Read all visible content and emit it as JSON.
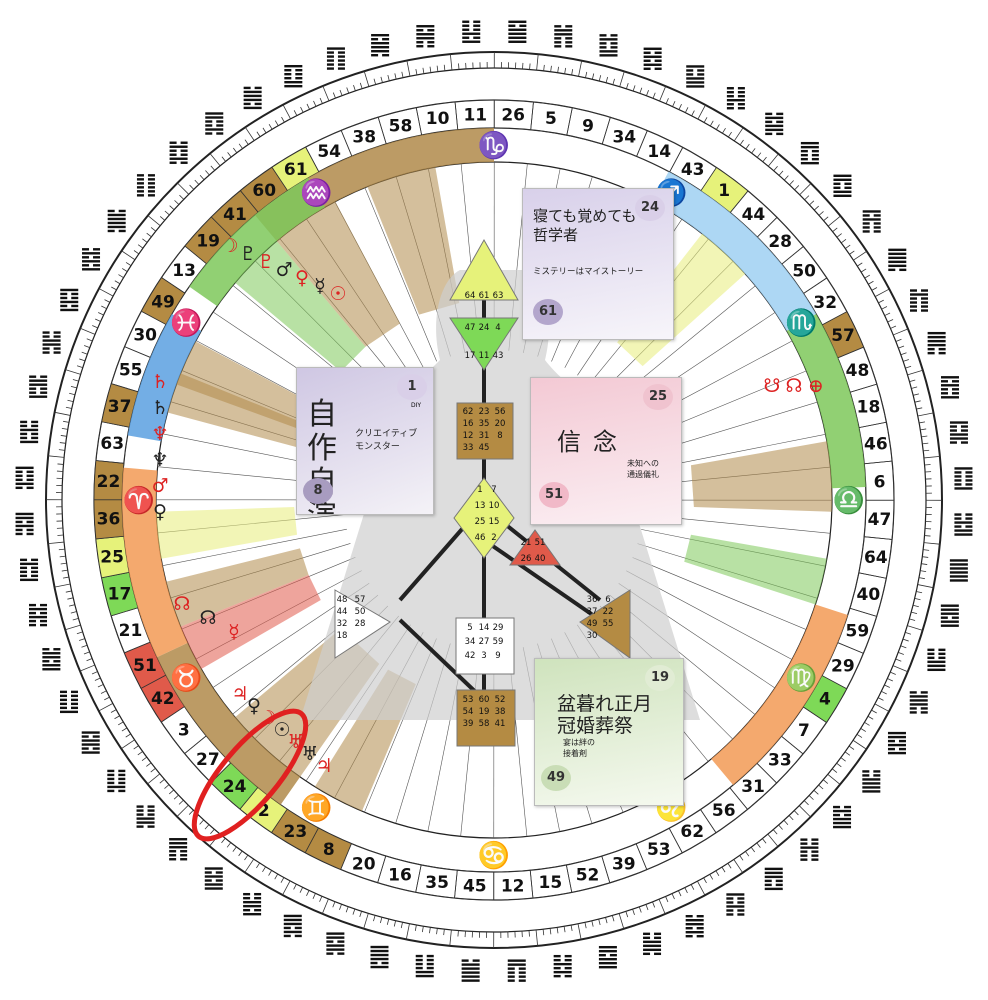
{
  "wheel": {
    "gates": [
      "10",
      "11",
      "26",
      "5",
      "9",
      "34",
      "14",
      "43",
      "1",
      "44",
      "28",
      "50",
      "32",
      "57",
      "48",
      "18",
      "46",
      "6",
      "47",
      "64",
      "40",
      "59",
      "29",
      "4",
      "7",
      "33",
      "31",
      "56",
      "62",
      "53",
      "39",
      "52",
      "15",
      "12",
      "45",
      "35",
      "16",
      "20",
      "8",
      "23",
      "2",
      "24",
      "27",
      "3",
      "42",
      "51",
      "21",
      "17",
      "25",
      "36",
      "22",
      "63",
      "37",
      "55",
      "30",
      "49",
      "13",
      "19",
      "41",
      "60",
      "61",
      "54",
      "38",
      "58"
    ],
    "highlight_gates": {
      "1": "#e6f27a",
      "57": "#b48b43",
      "4": "#7ed957",
      "2": "#e6f27a",
      "24": "#7ed957",
      "17": "#7ed957",
      "25": "#e6f27a",
      "51": "#e05a4a",
      "42": "#e05a4a",
      "36": "#b48b43",
      "22": "#b48b43",
      "37": "#b48b43",
      "49": "#b48b43",
      "19": "#b48b43",
      "41": "#b48b43",
      "60": "#b48b43",
      "61": "#e6f27a",
      "8": "#b48b43",
      "23": "#b48b43"
    },
    "sign_glyphs": [
      "♑",
      "♐",
      "♏",
      "♎",
      "♍",
      "♌",
      "♋",
      "♊",
      "♉",
      "♈",
      "♓",
      "♒"
    ]
  },
  "planets": {
    "left_column": [
      "♄",
      "♄",
      "♆",
      "♆",
      "♂",
      "♀"
    ],
    "upper_left": [
      "☽",
      "♇",
      "♇",
      "♂",
      "♀",
      "☿",
      "☉"
    ],
    "right_side": [
      "☋",
      "☊",
      "⊕"
    ],
    "lower_left": [
      "♃",
      "♀",
      "☽",
      "☉",
      "♅",
      "♅",
      "♃"
    ],
    "near_left": [
      "☊",
      "☊",
      "☿"
    ]
  },
  "bodygraph": {
    "head": [
      "64",
      "61",
      "63"
    ],
    "ajna": [
      "47",
      "24",
      "4",
      "17",
      "11",
      "43"
    ],
    "throat": [
      "62",
      "23",
      "56",
      "16",
      "35",
      "20",
      "12",
      "31",
      "8",
      "33",
      "45"
    ],
    "g_center": [
      "1",
      "7",
      "13",
      "10",
      "25",
      "15",
      "46",
      "2"
    ],
    "ego": [
      "21",
      "51",
      "26",
      "40"
    ],
    "spleen": [
      "48",
      "57",
      "44",
      "50",
      "32",
      "28",
      "18"
    ],
    "sacral": [
      "5",
      "14",
      "29",
      "34",
      "27",
      "59",
      "42",
      "3",
      "9"
    ],
    "solar_plexus": [
      "36",
      "6",
      "37",
      "22",
      "49",
      "55",
      "30"
    ],
    "root": [
      "53",
      "60",
      "52",
      "54",
      "19",
      "38",
      "39",
      "58",
      "41"
    ]
  },
  "cards": [
    {
      "title_big": "自作自演",
      "subtitle": "クリエイティブ\nモンスター",
      "top_badge": "1",
      "bottom_badge": "8",
      "small": "DIY"
    },
    {
      "title_big": "寝ても覚めても哲学者",
      "subtitle": "ミステリーはマイストーリー",
      "top_badge": "24",
      "bottom_badge": "61",
      "small": ""
    },
    {
      "title_big": "信念",
      "subtitle": "未知への\n通過儀礼",
      "top_badge": "25",
      "bottom_badge": "51",
      "small": ""
    },
    {
      "title_big": "盆暮れ正月冠婚葬祭",
      "subtitle": "宴は絆の\n接着剤",
      "top_badge": "19",
      "bottom_badge": "49",
      "small": ""
    }
  ]
}
